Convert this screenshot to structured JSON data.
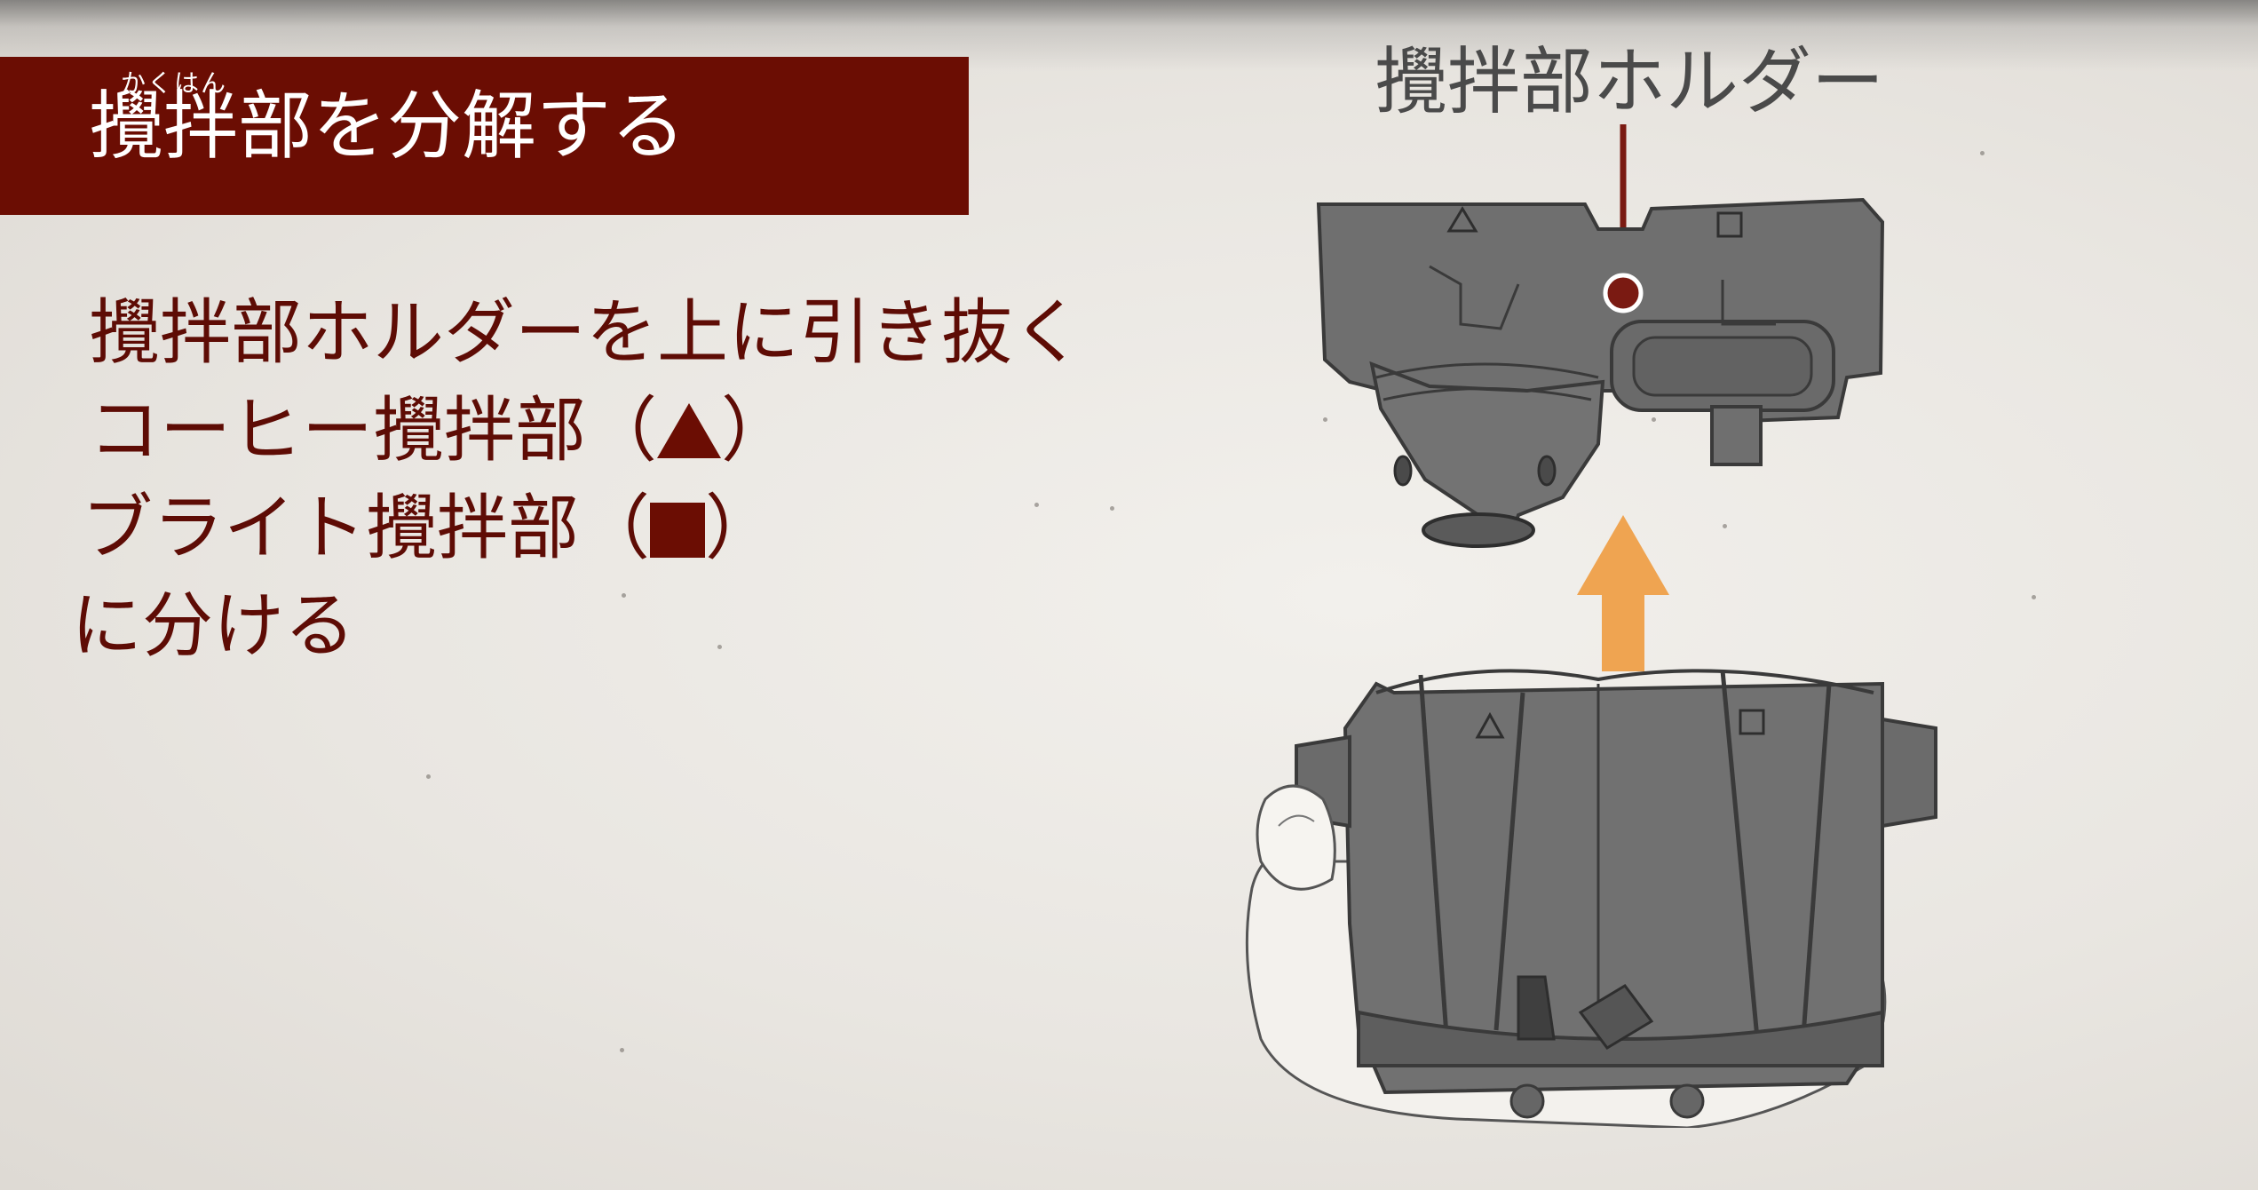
{
  "header": {
    "ruby": "かくはん",
    "title": "攪拌部を分解する"
  },
  "instructions": {
    "line1": "攪拌部ホルダーを上に引き抜く",
    "line2_text": "コーヒー攪拌部（",
    "line2_close": "）",
    "line3_text": "ブライト攪拌部（",
    "line3_close": "）",
    "line4": "に分ける"
  },
  "illustration": {
    "holder_label": "攪拌部ホルダー",
    "coffee_mark": "triangle",
    "bright_mark": "square",
    "arrow_direction": "up"
  },
  "colors": {
    "title_bar": "#6b0d03",
    "instruction_text": "#5e0c05",
    "arrow": "#efa451",
    "part_gray": "#6f6f6f",
    "label_pointer": "#7a1a12"
  }
}
